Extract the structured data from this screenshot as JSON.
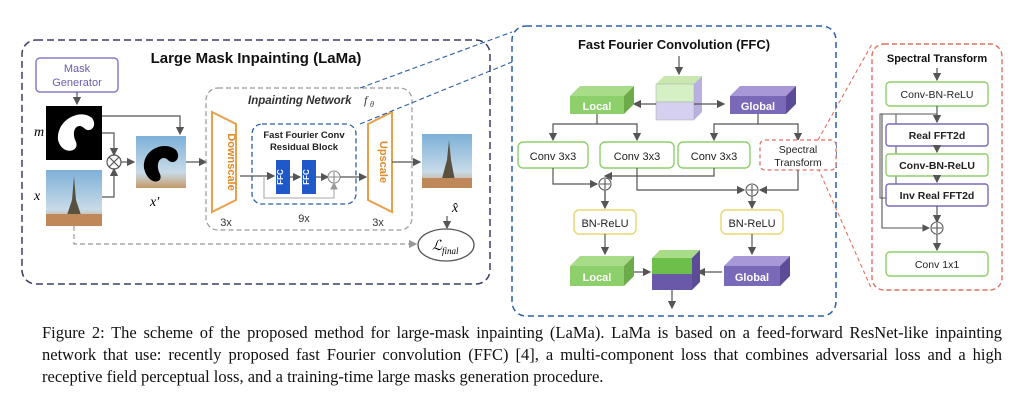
{
  "lama": {
    "title": "Large Mask Inpainting (LaMa)",
    "mask_generator_line1": "Mask",
    "mask_generator_line2": "Generator",
    "label_m": "m",
    "label_x": "x",
    "label_x_prime": "x′",
    "label_x_hat": "x̂",
    "inpainting_network_title": "Inpainting Network",
    "network_symbol": "f",
    "network_symbol_sub": "θ",
    "downscale": "Downscale",
    "upscale": "Upscale",
    "ffc_block_line1": "Fast Fourier Conv",
    "ffc_block_line2": "Residual Block",
    "ffc_label": "FFC",
    "count_downscale": "3x",
    "count_ffc": "9x",
    "count_upscale": "3x",
    "loss_symbol": "ℒ",
    "loss_sub": "final"
  },
  "ffc": {
    "title": "Fast Fourier Convolution (FFC)",
    "local": "Local",
    "global": "Global",
    "conv_a": "Conv 3x3",
    "conv_b": "Conv 3x3",
    "conv_c": "Conv 3x3",
    "spectral_line1": "Spectral",
    "spectral_line2": "Transform",
    "bn_relu_left": "BN-ReLU",
    "bn_relu_right": "BN-ReLU",
    "local_out": "Local",
    "global_out": "Global"
  },
  "spectral": {
    "title": "Spectral Transform",
    "step1": "Conv-BN-ReLU",
    "step2": "Real FFT2d",
    "step3": "Conv-BN-ReLU",
    "step4": "Inv Real FFT2d",
    "step5": "Conv 1x1"
  },
  "caption": "Figure 2: The scheme of the proposed method for large-mask inpainting (LaMa). LaMa is based on a feed-forward ResNet-like inpainting network that use: recently proposed fast Fourier convolution (FFC) [4], a multi-component loss that combines adversarial loss and a high receptive field perceptual loss, and a training-time large masks generation procedure.",
  "colors": {
    "panel_border": "#3a3f66",
    "ffc_border": "#2a5fa8",
    "spectral_border": "#e07060",
    "mask_gen": "#8a7cc6",
    "down_up": "#e8a04c",
    "ffc_blue": "#1f58c8",
    "green": "#8dcf6a",
    "purple": "#8a78c8",
    "bn_yellow": "#e8d570"
  }
}
